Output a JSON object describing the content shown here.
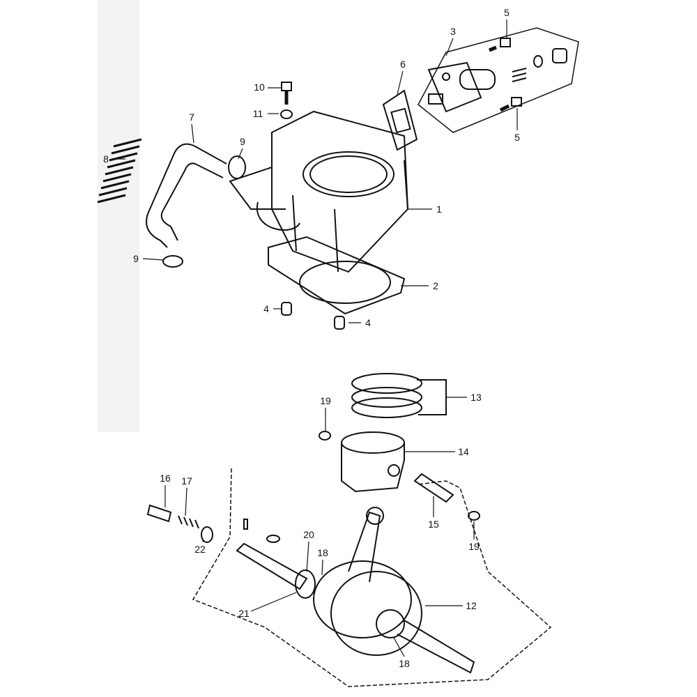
{
  "labels": {
    "p1": "1",
    "p2": "2",
    "p3": "3",
    "p4a": "4",
    "p4b": "4",
    "p5a": "5",
    "p5b": "5",
    "p6": "6",
    "p7": "7",
    "p8": "8",
    "p9a": "9",
    "p9b": "9",
    "p10": "10",
    "p11": "11",
    "p12": "12",
    "p13": "13",
    "p14": "14",
    "p15": "15",
    "p16": "16",
    "p17": "17",
    "p18a": "18",
    "p18b": "18",
    "p19a": "19",
    "p19b": "19",
    "p20": "20",
    "p21": "21",
    "p22": "22"
  },
  "colors": {
    "ink": "#111111",
    "paper": "#ffffff"
  }
}
